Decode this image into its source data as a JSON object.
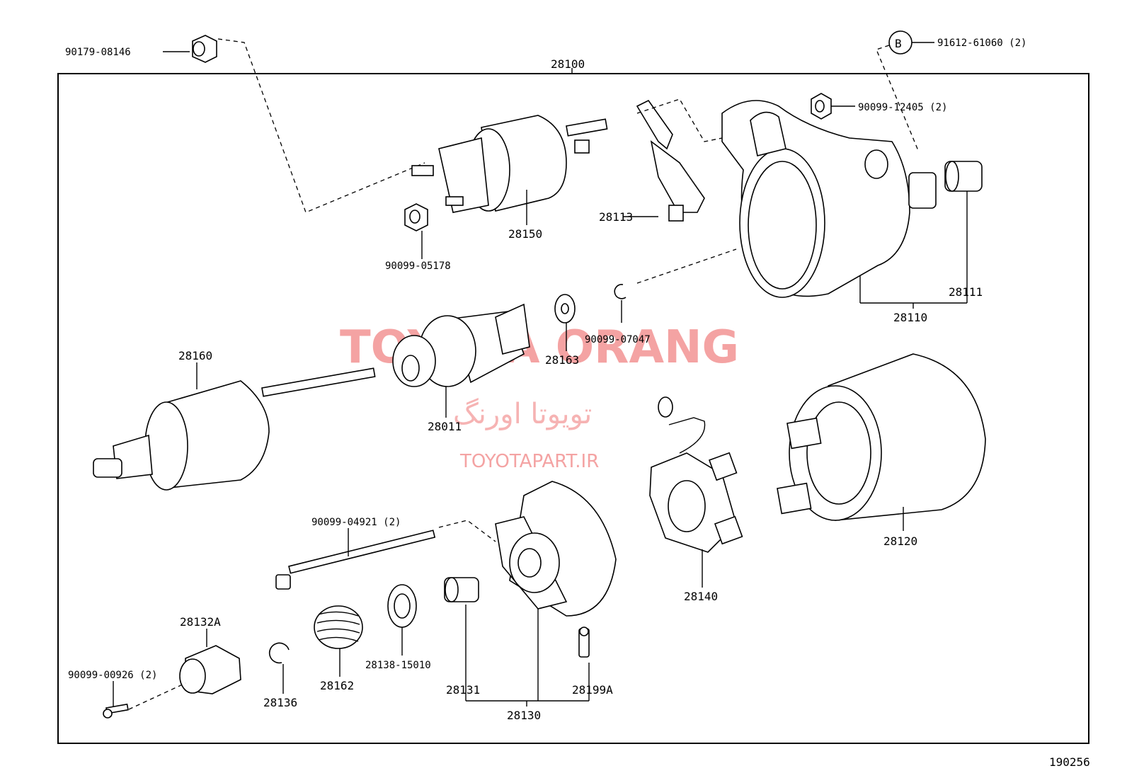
{
  "assembly_label": "28100",
  "figure_number": "190256",
  "callout_letter": "B",
  "watermark": {
    "brand": "TOYOTA ORANG",
    "farsi": "تویوتا اورنگ",
    "url": "TOYOTAPART.IR"
  },
  "parts": {
    "p90179_08146": "90179-08146",
    "p91612_61060": "91612-61060 (2)",
    "p90099_12405": "90099-12405 (2)",
    "p28150": "28150",
    "p28113": "28113",
    "p90099_05178": "90099-05178",
    "p28111": "28111",
    "p28110": "28110",
    "p90099_07047": "90099-07047",
    "p28163": "28163",
    "p28160": "28160",
    "p28011": "28011",
    "p28120": "28120",
    "p28140": "28140",
    "p90099_04921": "90099-04921 (2)",
    "p28132A": "28132A",
    "p90099_00926": "90099-00926 (2)",
    "p28136": "28136",
    "p28162": "28162",
    "p28138_15010": "28138-15010",
    "p28131": "28131",
    "p28130": "28130",
    "p28199A": "28199A"
  }
}
